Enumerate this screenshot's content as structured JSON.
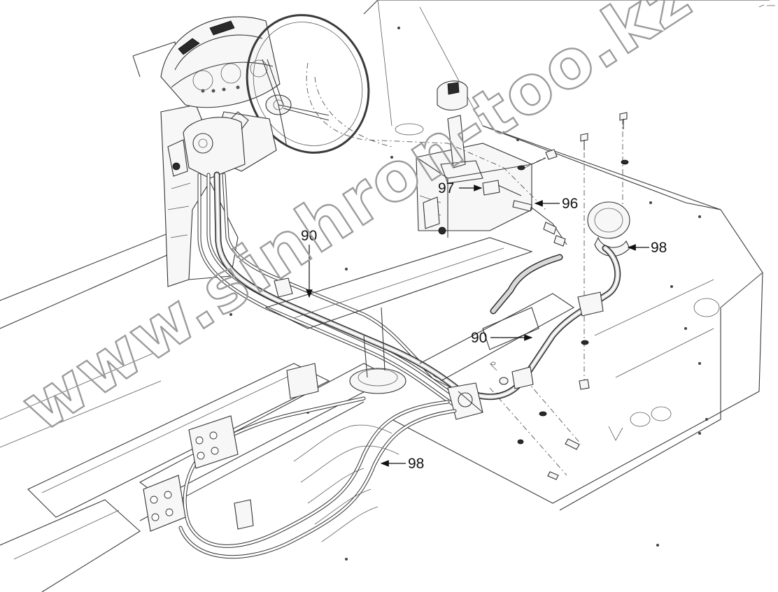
{
  "callouts": {
    "label_97": "97",
    "label_96": "96",
    "label_90_top": "90",
    "label_90_mid": "90",
    "label_98_top": "98",
    "label_98_bottom": "98"
  },
  "watermark": {
    "text": "www.sinhron-too.kz",
    "color": "#9c9c9c"
  },
  "icons": [
    "steering-wheel-icon",
    "joystick-icon",
    "instrument-cluster-icon"
  ]
}
